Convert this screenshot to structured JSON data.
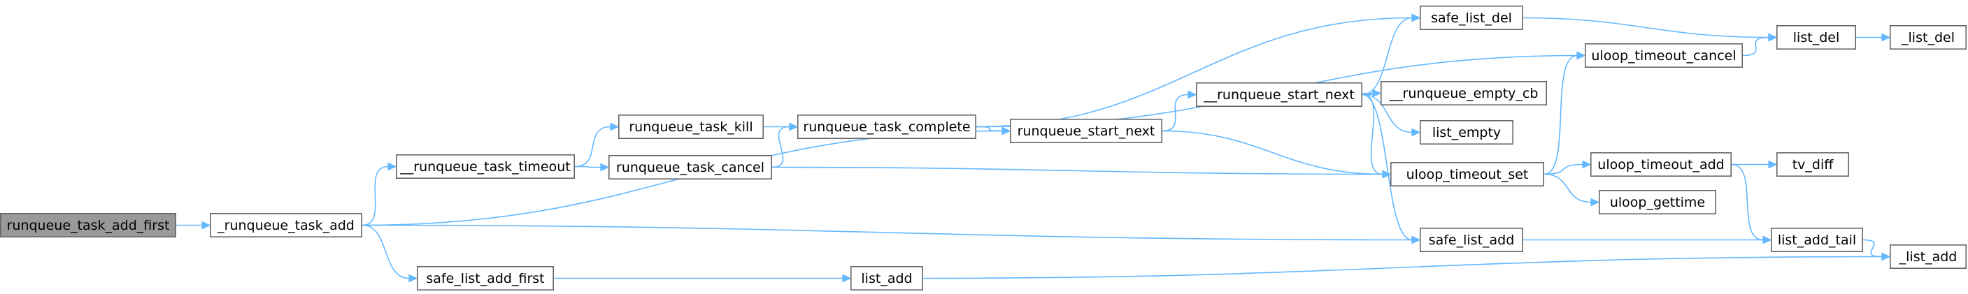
{
  "graph": {
    "title": "",
    "colors": {
      "edge": "#63b8ff",
      "node_border": "#666666",
      "root_fill": "#999999",
      "node_fill": "#ffffff"
    },
    "nodes": [
      {
        "id": "runqueue_task_add_first",
        "label": "runqueue_task_add_first",
        "root": true
      },
      {
        "id": "_runqueue_task_add",
        "label": "_runqueue_task_add"
      },
      {
        "id": "__runqueue_task_timeout",
        "label": "__runqueue_task_timeout"
      },
      {
        "id": "safe_list_add_first",
        "label": "safe_list_add_first"
      },
      {
        "id": "runqueue_task_kill",
        "label": "runqueue_task_kill"
      },
      {
        "id": "runqueue_task_cancel",
        "label": "runqueue_task_cancel"
      },
      {
        "id": "runqueue_task_complete",
        "label": "runqueue_task_complete"
      },
      {
        "id": "runqueue_start_next",
        "label": "runqueue_start_next"
      },
      {
        "id": "list_add",
        "label": "list_add"
      },
      {
        "id": "__runqueue_start_next",
        "label": "__runqueue_start_next"
      },
      {
        "id": "safe_list_del",
        "label": "safe_list_del"
      },
      {
        "id": "__runqueue_empty_cb",
        "label": "__runqueue_empty_cb"
      },
      {
        "id": "list_empty",
        "label": "list_empty"
      },
      {
        "id": "uloop_timeout_set",
        "label": "uloop_timeout_set"
      },
      {
        "id": "safe_list_add",
        "label": "safe_list_add"
      },
      {
        "id": "uloop_timeout_cancel",
        "label": "uloop_timeout_cancel"
      },
      {
        "id": "uloop_timeout_add",
        "label": "uloop_timeout_add"
      },
      {
        "id": "uloop_gettime",
        "label": "uloop_gettime"
      },
      {
        "id": "list_del",
        "label": "list_del"
      },
      {
        "id": "list_add_tail",
        "label": "list_add_tail"
      },
      {
        "id": "tv_diff",
        "label": "tv_diff"
      },
      {
        "id": "_list_del",
        "label": "_list_del"
      },
      {
        "id": "_list_add",
        "label": "_list_add"
      }
    ],
    "edges": [
      {
        "from": "runqueue_task_add_first",
        "to": "_runqueue_task_add"
      },
      {
        "from": "_runqueue_task_add",
        "to": "__runqueue_task_timeout"
      },
      {
        "from": "_runqueue_task_add",
        "to": "runqueue_start_next"
      },
      {
        "from": "_runqueue_task_add",
        "to": "safe_list_add"
      },
      {
        "from": "_runqueue_task_add",
        "to": "safe_list_add_first"
      },
      {
        "from": "__runqueue_task_timeout",
        "to": "runqueue_task_kill"
      },
      {
        "from": "__runqueue_task_timeout",
        "to": "runqueue_task_cancel"
      },
      {
        "from": "runqueue_task_kill",
        "to": "runqueue_task_complete"
      },
      {
        "from": "runqueue_task_cancel",
        "to": "runqueue_task_complete"
      },
      {
        "from": "runqueue_task_cancel",
        "to": "uloop_timeout_set"
      },
      {
        "from": "runqueue_task_complete",
        "to": "safe_list_del"
      },
      {
        "from": "runqueue_task_complete",
        "to": "uloop_timeout_cancel"
      },
      {
        "from": "runqueue_task_complete",
        "to": "runqueue_start_next"
      },
      {
        "from": "runqueue_start_next",
        "to": "__runqueue_start_next"
      },
      {
        "from": "runqueue_start_next",
        "to": "uloop_timeout_set"
      },
      {
        "from": "__runqueue_start_next",
        "to": "safe_list_del"
      },
      {
        "from": "__runqueue_start_next",
        "to": "__runqueue_empty_cb"
      },
      {
        "from": "__runqueue_start_next",
        "to": "list_empty"
      },
      {
        "from": "__runqueue_start_next",
        "to": "uloop_timeout_set"
      },
      {
        "from": "__runqueue_start_next",
        "to": "safe_list_add"
      },
      {
        "from": "safe_list_del",
        "to": "list_del"
      },
      {
        "from": "uloop_timeout_cancel",
        "to": "list_del"
      },
      {
        "from": "list_del",
        "to": "_list_del"
      },
      {
        "from": "uloop_timeout_set",
        "to": "uloop_timeout_cancel"
      },
      {
        "from": "uloop_timeout_set",
        "to": "uloop_timeout_add"
      },
      {
        "from": "uloop_timeout_set",
        "to": "uloop_gettime"
      },
      {
        "from": "uloop_timeout_add",
        "to": "tv_diff"
      },
      {
        "from": "uloop_timeout_add",
        "to": "list_add_tail"
      },
      {
        "from": "safe_list_add",
        "to": "list_add_tail"
      },
      {
        "from": "list_add_tail",
        "to": "_list_add"
      },
      {
        "from": "safe_list_add_first",
        "to": "list_add"
      },
      {
        "from": "list_add",
        "to": "_list_add"
      }
    ]
  }
}
